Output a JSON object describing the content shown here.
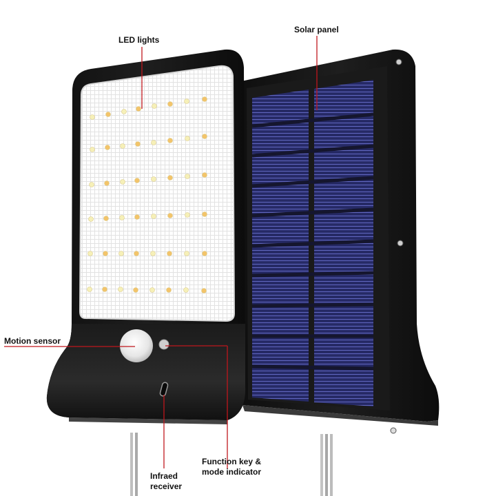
{
  "diagram": {
    "subject": "Solar wall light",
    "colors": {
      "background": "#ffffff",
      "housing": "#141414",
      "housing_highlight": "#2a2a2a",
      "diffuser": "#f4f4f4",
      "led_warm": "#f3c46a",
      "led_cool": "#f6f0b8",
      "solar_cell": "#2c2f6e",
      "solar_line": "#5c62b8",
      "leader_line": "#c0161c",
      "label_text": "#111111"
    },
    "callouts": [
      {
        "id": "led-lights",
        "text": "LED lights"
      },
      {
        "id": "solar-panel",
        "text": "Solar panel"
      },
      {
        "id": "motion-sensor",
        "text": "Motion sensor"
      },
      {
        "id": "infrared-receiver",
        "line1": "Infraed",
        "line2": "receiver"
      },
      {
        "id": "function-key",
        "line1": "Function key &",
        "line2": "mode indicator"
      }
    ],
    "led_grid": {
      "rows": 6,
      "cols": 8
    },
    "solar_grid": {
      "rows": 10,
      "cols": 2
    }
  }
}
